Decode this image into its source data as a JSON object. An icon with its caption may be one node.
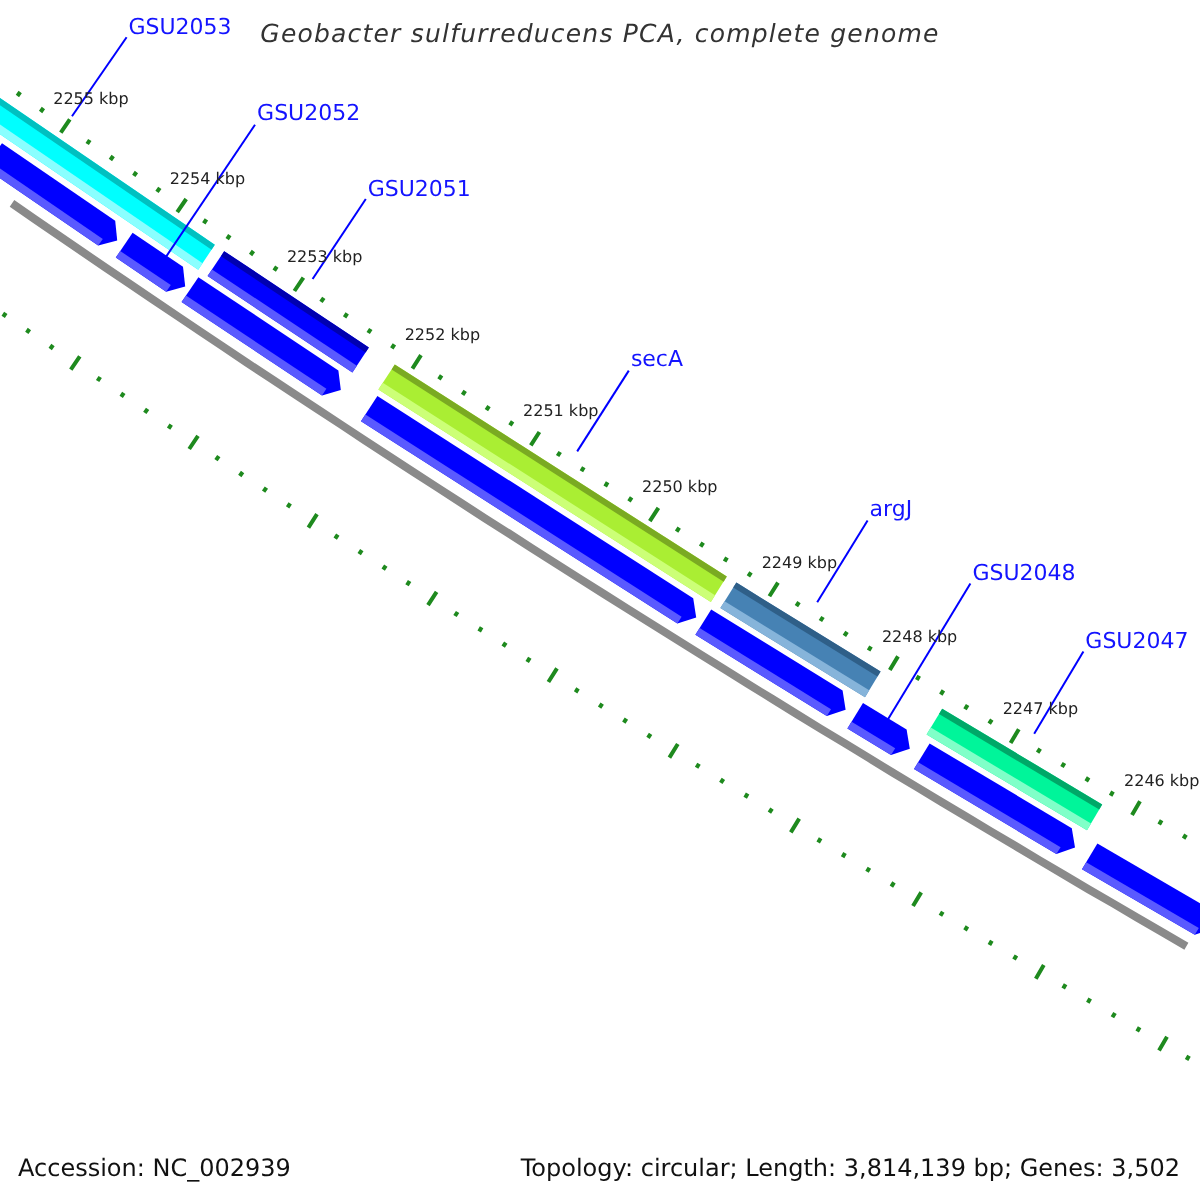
{
  "diagram": {
    "title": "Geobacter sulfurreducens PCA, complete genome",
    "nodes": [
      {
        "text": [
          "GSU2053"
        ]
      },
      {
        "text": [],
        "shape": "bar"
      },
      {
        "text": [
          "GSU2052"
        ]
      },
      {
        "text": [],
        "shape": "bar"
      },
      {
        "text": [
          "GSU2051"
        ]
      },
      {
        "text": [],
        "shape": "bar"
      },
      {
        "text": [
          "secA"
        ]
      },
      {
        "text": [],
        "shape": "bar"
      },
      {
        "text": [
          "argJ"
        ]
      },
      {
        "text": [],
        "shape": "bar"
      },
      {
        "text": [
          "GSU2048"
        ]
      },
      {
        "text": [],
        "shape": "bar"
      },
      {
        "text": [
          "GSU2047"
        ]
      },
      {
        "text": [],
        "shape": "bar"
      }
    ],
    "edges": [
      {
        "from": 0,
        "to": 1,
        "arrow": "none"
      },
      {
        "from": 2,
        "to": 3,
        "arrow": "none"
      },
      {
        "from": 4,
        "to": 5,
        "arrow": "none"
      },
      {
        "from": 6,
        "to": 7,
        "arrow": "none"
      },
      {
        "from": 8,
        "to": 9,
        "arrow": "none"
      },
      {
        "from": 10,
        "to": 11,
        "arrow": "none"
      },
      {
        "from": 12,
        "to": 13,
        "arrow": "none"
      }
    ],
    "labels": [
      "2255 kbp",
      "2254 kbp",
      "2253 kbp",
      "2252 kbp",
      "2251 kbp",
      "2250 kbp",
      "2249 kbp",
      "2248 kbp",
      "2247 kbp",
      "2246 kbp",
      "Accession: NC_002939",
      "Topology: circular; Length: 3,814,139 bp; Genes: 3,502"
    ]
  }
}
